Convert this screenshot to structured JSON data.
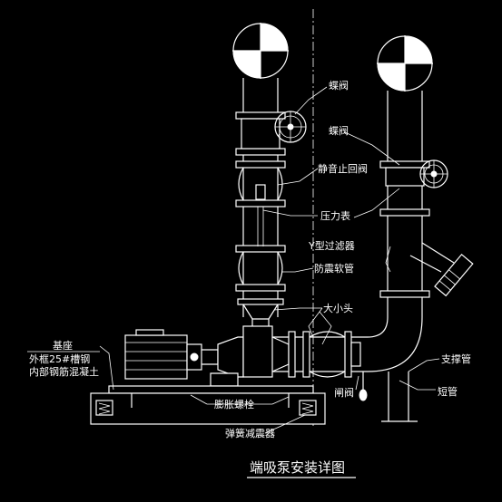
{
  "title": "端吸泵安装详图",
  "labels": {
    "butterfly_valve_1": "蝶阀",
    "butterfly_valve_2": "蝶阀",
    "check_valve": "静音止回阀",
    "pressure_gauge": "压力表",
    "y_filter": "Y型过滤器",
    "anti_vibration_pipe": "防震软管",
    "reducer": "大小头",
    "foundation_title": "基座",
    "foundation_line1": "外框25#槽钢",
    "foundation_line2": "内部钢筋混凝土",
    "expansion_bolt": "膨胀螺栓",
    "spring_isolator": "弹簧减震器",
    "gate_valve": "闸阀",
    "support_pipe": "支撑管",
    "short_pipe": "短管"
  },
  "colors": {
    "background": "#000000",
    "line": "#ffffff"
  }
}
